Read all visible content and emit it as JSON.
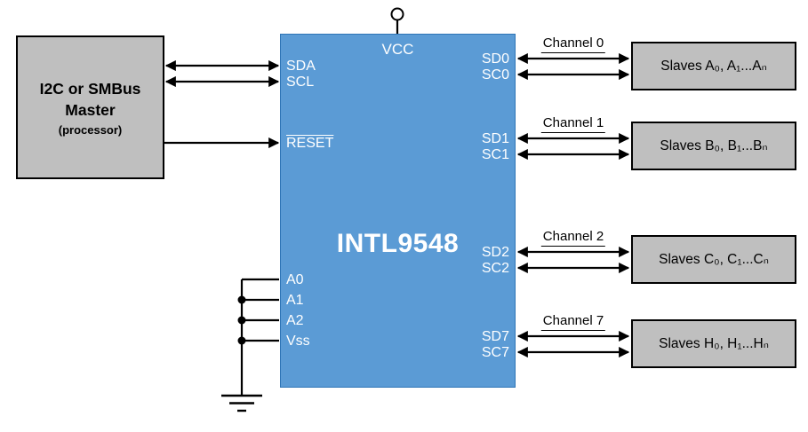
{
  "master": {
    "title_line1": "I2C or SMBus",
    "title_line2": "Master",
    "subtitle": "(processor)"
  },
  "ic": {
    "title": "INTL9548",
    "pin_vcc": "VCC",
    "pin_sda": "SDA",
    "pin_scl": "SCL",
    "pin_reset": "RESET",
    "pin_a0": "A0",
    "pin_a1": "A1",
    "pin_a2": "A2",
    "pin_vss": "Vss",
    "right_pins": [
      {
        "sd": "SD0",
        "sc": "SC0"
      },
      {
        "sd": "SD1",
        "sc": "SC1"
      },
      {
        "sd": "SD2",
        "sc": "SC2"
      },
      {
        "sd": "SD7",
        "sc": "SC7"
      }
    ]
  },
  "channels": [
    {
      "label": "Channel 0",
      "slave": "Slaves A₀, A₁...Aₙ"
    },
    {
      "label": "Channel 1",
      "slave": "Slaves B₀, B₁...Bₙ"
    },
    {
      "label": "Channel 2",
      "slave": "Slaves C₀, C₁...Cₙ"
    },
    {
      "label": "Channel 7",
      "slave": "Slaves H₀, H₁...Hₙ"
    }
  ],
  "colors": {
    "ic_fill": "#5B9BD5",
    "box_fill": "#BFBFBF",
    "wire": "#000000",
    "ic_text": "#FFFFFF"
  }
}
